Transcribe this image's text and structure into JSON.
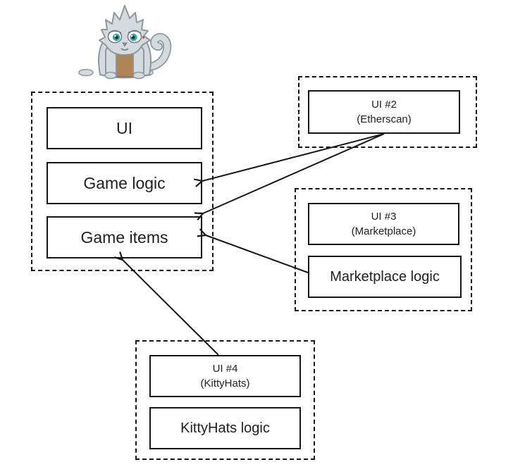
{
  "mascot": {
    "icon": "cryptokitty-cat"
  },
  "nodes": {
    "ui": {
      "label": "UI"
    },
    "game_logic": {
      "label": "Game logic"
    },
    "game_items": {
      "label": "Game items"
    },
    "ui2": {
      "label": "UI #2",
      "sublabel": "(Etherscan)"
    },
    "ui3": {
      "label": "UI #3",
      "sublabel": "(Marketplace)"
    },
    "marketplace_logic": {
      "label": "Marketplace logic"
    },
    "ui4": {
      "label": "UI #4",
      "sublabel": "(KittyHats)"
    },
    "kittyhats_logic": {
      "label": "KittyHats logic"
    }
  },
  "edges": [
    {
      "from": "UI #2 (Etherscan)",
      "to": "Game logic"
    },
    {
      "from": "UI #2 (Etherscan)",
      "to": "Game items"
    },
    {
      "from": "Marketplace logic",
      "to": "Game items"
    },
    {
      "from": "UI #4 (KittyHats)",
      "to": "Game items"
    }
  ],
  "colors": {
    "line": "#161616",
    "text": "#212121",
    "box_background": "#ffffff",
    "cat_body": "#d5dade",
    "cat_outline": "#8d979e",
    "cat_belly": "#b08457",
    "cat_eye": "#2fa8a2"
  }
}
